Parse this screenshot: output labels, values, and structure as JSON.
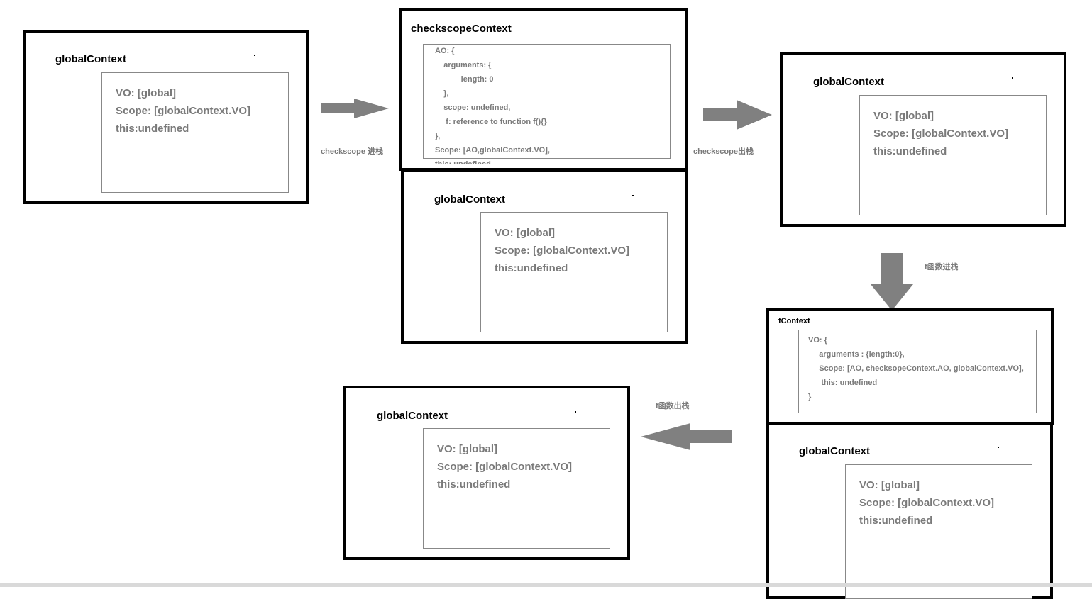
{
  "contexts": {
    "global1": {
      "title": "globalContext",
      "lines": [
        "VO: [global]",
        "Scope: [globalContext.VO]",
        "this:undefined"
      ]
    },
    "checkscope": {
      "title": "checkscopeContext",
      "lines": [
        "AO: {",
        "    arguments: {",
        "            length: 0",
        "    },",
        "    scope: undefined,",
        "     f: reference to function f(){}",
        "},",
        "Scope: [AO,globalContext.VO],",
        "this: undefined"
      ]
    },
    "global2": {
      "title": "globalContext",
      "lines": [
        "VO: [global]",
        "Scope: [globalContext.VO]",
        "this:undefined"
      ]
    },
    "global3": {
      "title": "globalContext",
      "lines": [
        "VO: [global]",
        "Scope: [globalContext.VO]",
        "this:undefined"
      ]
    },
    "fcontext": {
      "title": "fContext",
      "lines": [
        "VO: {",
        "     arguments : {length:0},",
        "     Scope: [AO, checksopeContext.AO, globalContext.VO],",
        "      this: undefined",
        "}"
      ]
    },
    "global4": {
      "title": "globalContext",
      "lines": [
        "VO: [global]",
        "Scope: [globalContext.VO]",
        "this:undefined"
      ]
    },
    "global5": {
      "title": "globalContext",
      "lines": [
        "VO: [global]",
        "Scope: [globalContext.VO]",
        "this:undefined"
      ]
    }
  },
  "labels": {
    "checkscope_push": "checkscope 进栈",
    "checkscope_pop": "checkscope出栈",
    "f_push": "f函数进栈",
    "f_pop": "f函数出栈"
  },
  "colors": {
    "arrow": "#808080",
    "text_gray": "#7a7a7a",
    "border": "#000000"
  }
}
